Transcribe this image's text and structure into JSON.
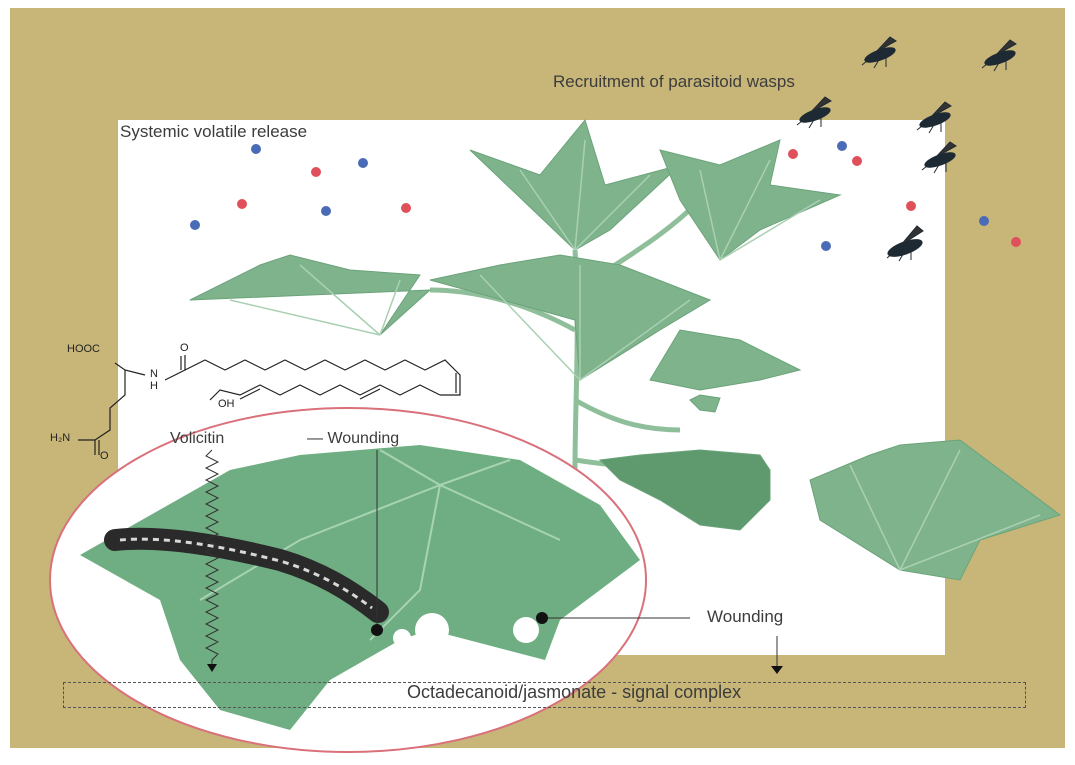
{
  "labels": {
    "recruitment": "Recruitment of parasitoid wasps",
    "systemic": "Systemic volatile release",
    "volicitin": "Volicitin",
    "wounding_top": "— Wounding",
    "wounding_right": "Wounding",
    "signal_complex": "Octadecanoid/jasmonate - signal complex"
  },
  "chemistry": {
    "hooc": "HOOC",
    "o_top": "O",
    "n": "N",
    "h": "H",
    "h2n": "H₂N",
    "o_bottom": "O",
    "oh": "OH"
  },
  "colors": {
    "background": "#c8b679",
    "panel": "#ffffff",
    "leaf": "#7fb38c",
    "leaf_dark": "#5f9a6e",
    "volatile_red": "#e0505a",
    "volatile_blue": "#4a6bb5",
    "lens_border": "#d9707a"
  },
  "icons": [
    "wasp-icon",
    "caterpillar-icon",
    "plant-icon",
    "magnifier-lens-icon"
  ]
}
